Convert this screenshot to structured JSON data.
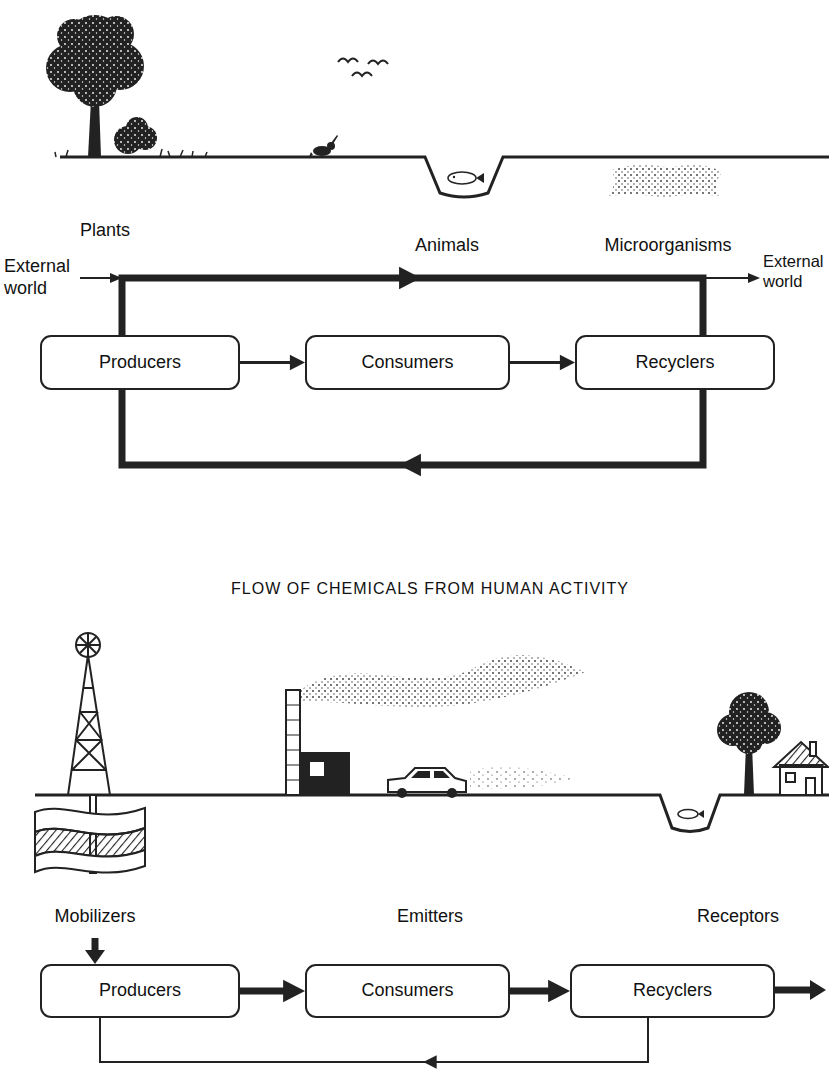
{
  "diagram": {
    "title": "FLOW OF CHEMICALS FROM HUMAN ACTIVITY",
    "nodes": [
      {
        "text": [
          "Producers"
        ]
      },
      {
        "text": [
          "Consumers"
        ]
      },
      {
        "text": [
          "Recyclers"
        ]
      },
      {
        "text": [
          "Producers"
        ]
      },
      {
        "text": [
          "Consumers"
        ]
      },
      {
        "text": [
          "Recyclers"
        ]
      }
    ],
    "edges": [
      {
        "from": 0,
        "to": 1,
        "arrow": "to"
      },
      {
        "from": 1,
        "to": 2,
        "arrow": "to"
      },
      {
        "from": 0,
        "to": 2,
        "arrow": "to"
      },
      {
        "from": 2,
        "to": 0,
        "arrow": "to"
      },
      {
        "from": 3,
        "to": 4,
        "arrow": "to"
      },
      {
        "from": 4,
        "to": 5,
        "arrow": "to"
      },
      {
        "from": 5,
        "to": 3,
        "arrow": "to"
      }
    ],
    "labels": [
      "Plants",
      "Animals",
      "Microorganisms",
      "External world",
      "External world",
      "Mobilizers",
      "Emitters",
      "Receptors"
    ]
  }
}
